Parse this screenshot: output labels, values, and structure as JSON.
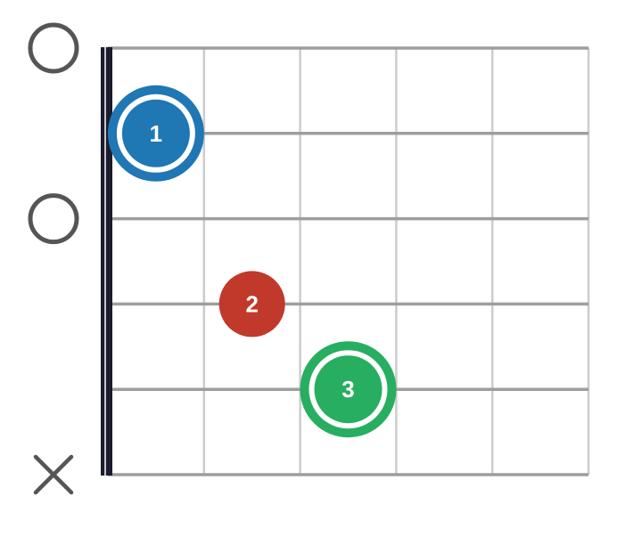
{
  "diagram": {
    "type": "guitar-chord-diagram",
    "orientation": "strings-horizontal",
    "string_count": 6,
    "fret_count": 5,
    "nut": true,
    "string_markers": [
      {
        "string": 1,
        "marker": "open"
      },
      {
        "string": 3,
        "marker": "open"
      },
      {
        "string": 6,
        "marker": "muted"
      }
    ],
    "fingers": [
      {
        "string": 2,
        "fret": 1,
        "label": "1",
        "style": "ringed",
        "color": "#1f77b4"
      },
      {
        "string": 4,
        "fret": 2,
        "label": "2",
        "style": "plain",
        "color": "#c0392b"
      },
      {
        "string": 5,
        "fret": 3,
        "label": "3",
        "style": "ringed",
        "color": "#27ae60"
      }
    ],
    "colors": {
      "background": "#ffffff",
      "nut": "#1c1c2e",
      "string": "#9e9e9e",
      "fret": "#cccccc",
      "marker": "#555555"
    }
  }
}
